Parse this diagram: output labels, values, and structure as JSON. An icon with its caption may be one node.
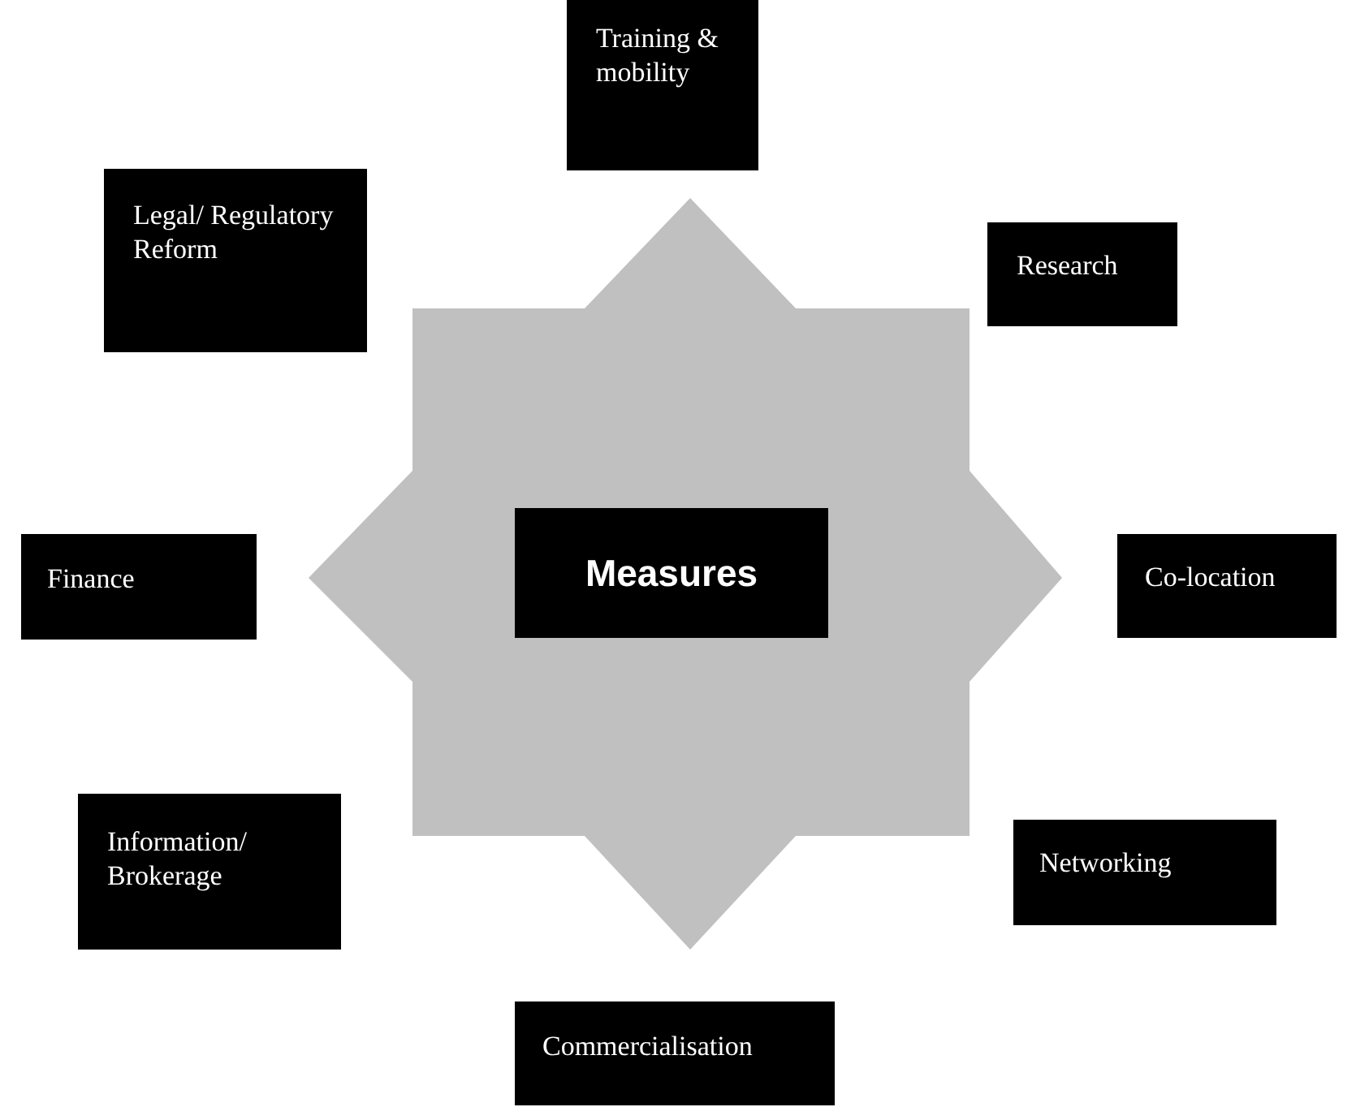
{
  "diagram": {
    "nodes": [
      {
        "text": [
          "Training & mobility"
        ]
      },
      {
        "text": [
          "Legal/ Regulatory Reform"
        ]
      },
      {
        "text": [
          "Research"
        ]
      },
      {
        "text": [
          "Finance"
        ]
      },
      {
        "text": [
          "Measures"
        ]
      },
      {
        "text": [
          "Co-location"
        ]
      },
      {
        "text": [
          "Information/ Brokerage"
        ]
      },
      {
        "text": [
          "Networking"
        ]
      },
      {
        "text": [
          "Commercialisation"
        ]
      }
    ],
    "edges": []
  }
}
